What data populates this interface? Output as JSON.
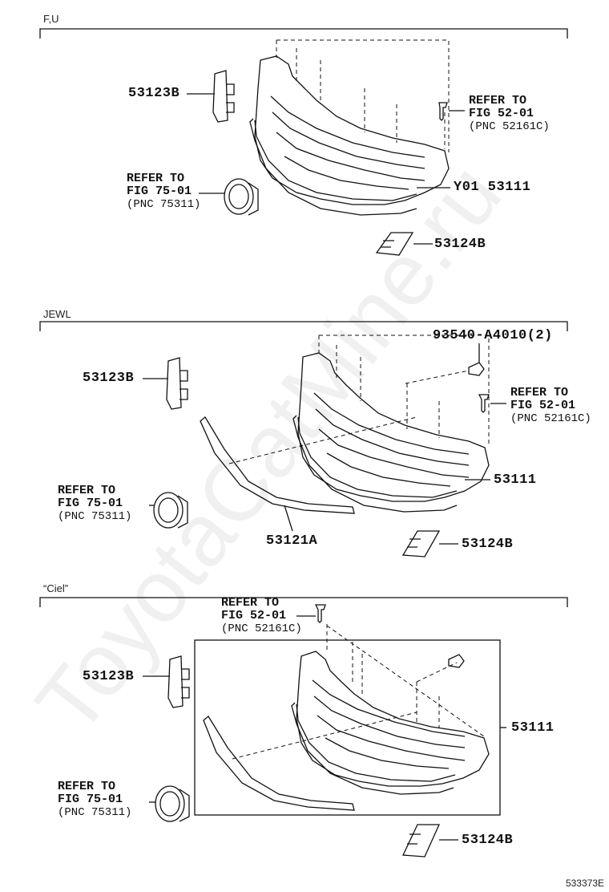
{
  "sections": [
    {
      "title": "F,U",
      "labels": {
        "bracket_left": "53123B",
        "grille": "Y01 53111",
        "bracket_bottom": "53124B",
        "ref_clip_1": "REFER TO",
        "ref_clip_2": "FIG 52-01",
        "ref_clip_3": "(PNC 52161C)",
        "ref_emblem_1": "REFER TO",
        "ref_emblem_2": "FIG 75-01",
        "ref_emblem_3": "(PNC 75311)"
      }
    },
    {
      "title": "JEWL",
      "labels": {
        "bracket_left": "53123B",
        "grille": "53111",
        "bracket_bottom": "53124B",
        "moulding": "53121A",
        "screw": "93540-A4010(2)",
        "ref_clip_1": "REFER TO",
        "ref_clip_2": "FIG 52-01",
        "ref_clip_3": "(PNC 52161C)",
        "ref_emblem_1": "REFER TO",
        "ref_emblem_2": "FIG 75-01",
        "ref_emblem_3": "(PNC 75311)"
      }
    },
    {
      "title": "“Ciel”",
      "labels": {
        "bracket_left": "53123B",
        "grille": "53111",
        "bracket_bottom": "53124B",
        "ref_clip_1": "REFER TO",
        "ref_clip_2": "FIG 52-01",
        "ref_clip_3": "(PNC 52161C)",
        "ref_emblem_1": "REFER TO",
        "ref_emblem_2": "FIG 75-01",
        "ref_emblem_3": "(PNC 75311)"
      }
    }
  ],
  "figure_id": "533373E",
  "watermark": "ToyotaCatMine.ru"
}
